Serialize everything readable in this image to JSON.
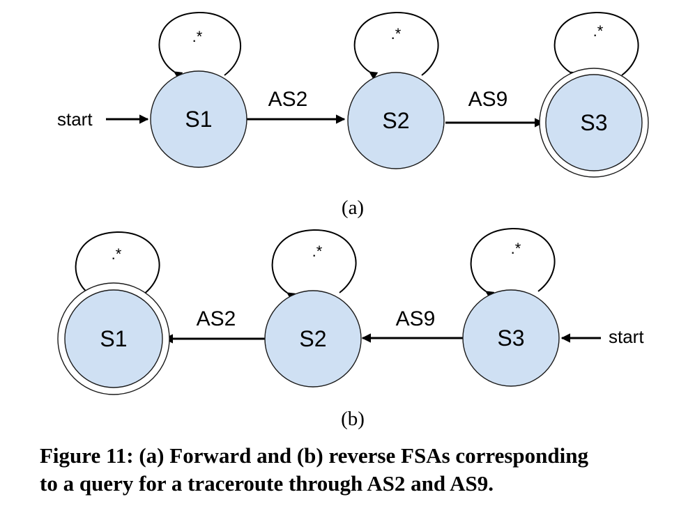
{
  "diagram": {
    "forward": {
      "panel_label": "(a)",
      "start_label": "start",
      "states": [
        {
          "id": "S1",
          "label": "S1",
          "loop_label": ".*"
        },
        {
          "id": "S2",
          "label": "S2",
          "loop_label": ".*"
        },
        {
          "id": "S3",
          "label": "S3",
          "loop_label": ".*",
          "accepting": true
        }
      ],
      "transitions": [
        {
          "from": "S1",
          "to": "S2",
          "label": "AS2"
        },
        {
          "from": "S2",
          "to": "S3",
          "label": "AS9"
        }
      ]
    },
    "reverse": {
      "panel_label": "(b)",
      "start_label": "start",
      "states": [
        {
          "id": "S1",
          "label": "S1",
          "loop_label": ".*",
          "accepting": true
        },
        {
          "id": "S2",
          "label": "S2",
          "loop_label": ".*"
        },
        {
          "id": "S3",
          "label": "S3",
          "loop_label": ".*"
        }
      ],
      "transitions": [
        {
          "from": "S2",
          "to": "S1",
          "label": "AS2"
        },
        {
          "from": "S3",
          "to": "S2",
          "label": "AS9"
        }
      ]
    }
  },
  "colors": {
    "state_fill": "#cfe0f3",
    "stroke": "#000000"
  },
  "caption": {
    "line1": "Figure 11: (a) Forward and (b) reverse FSAs corresponding",
    "line2": "to a query for a traceroute through AS2 and AS9."
  }
}
